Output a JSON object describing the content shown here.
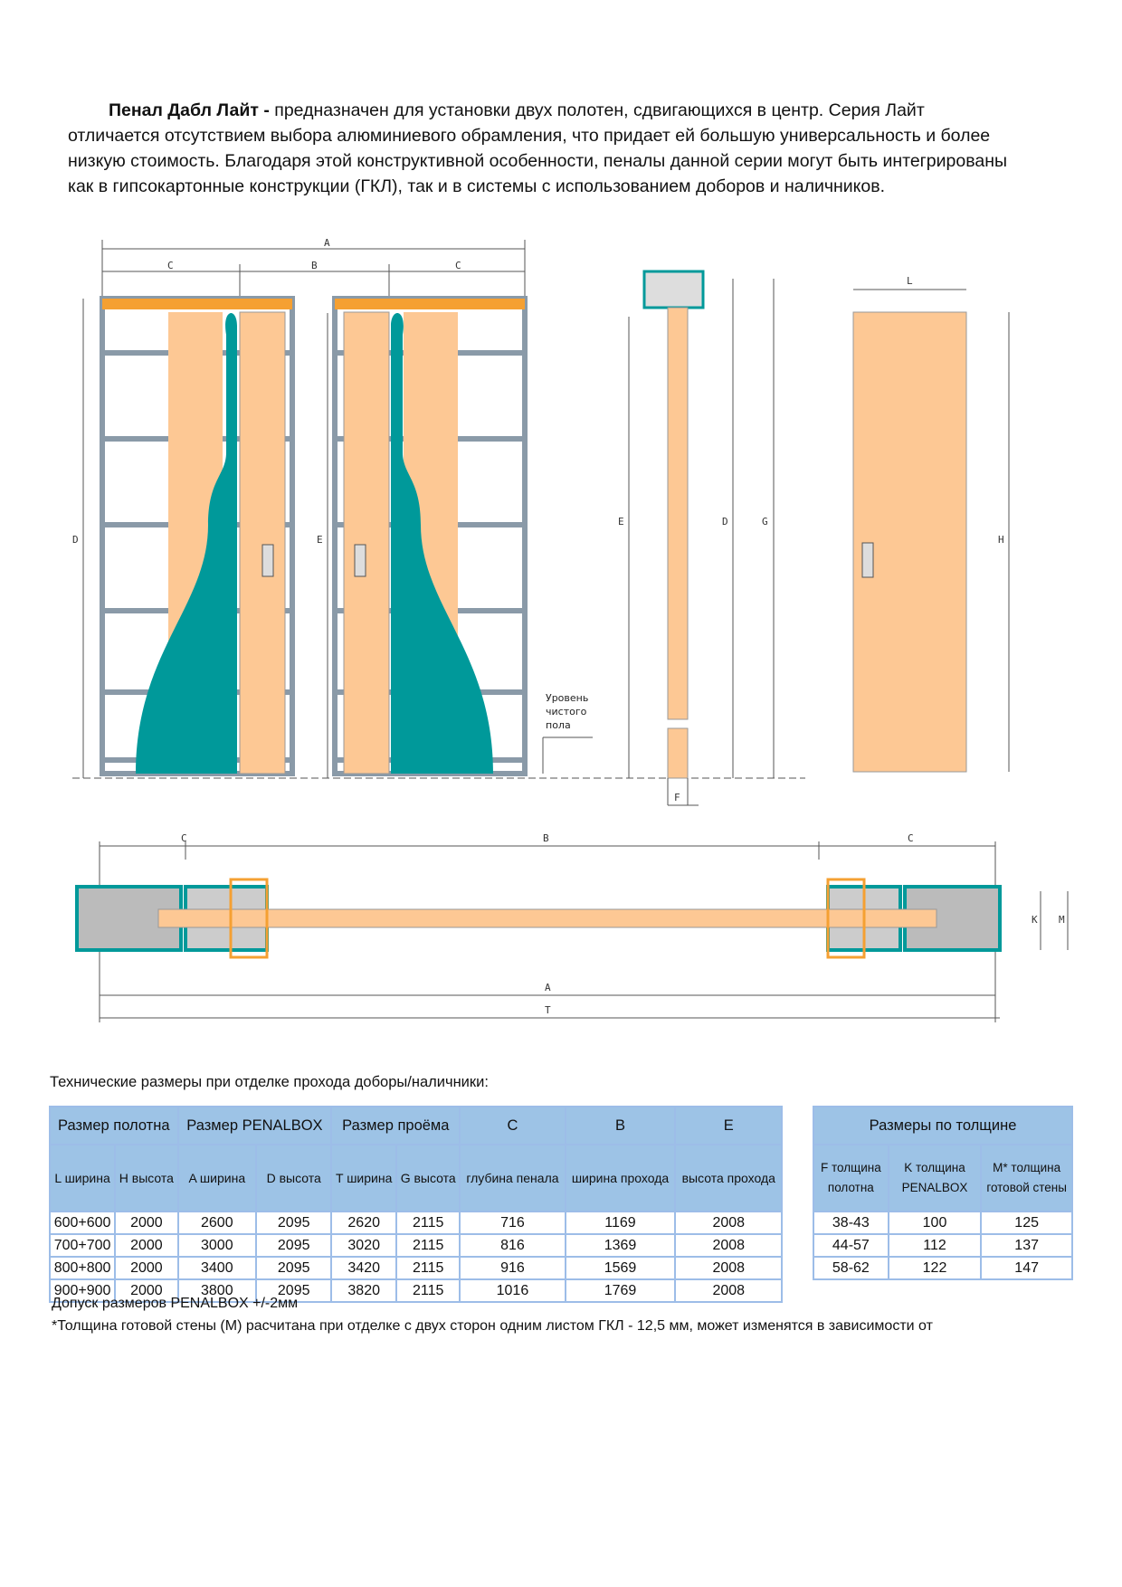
{
  "intro": {
    "title": "Пенал Дабл Лайт - ",
    "text": " предназначен для установки двух полотен, сдвигающихся в центр. Серия Лайт отличается отсутствием выбора алюминиевого обрамления, что придает ей большую универсальность и более низкую стоимость. Благодаря этой конструктивной особенности, пеналы данной серии могут быть интегрированы как в гипсокартонные конструкции (ГКЛ), так и в системы с использованием доборов и наличников."
  },
  "drawing": {
    "labels": {
      "A": "A",
      "B": "B",
      "C": "C",
      "D": "D",
      "E": "E",
      "F": "F",
      "G": "G",
      "H": "H",
      "L": "L",
      "K": "K",
      "M": "M",
      "T": "T"
    },
    "floor_level": [
      "Уровень",
      "чистого",
      "пола"
    ],
    "colors": {
      "door": "#fdc894",
      "teal": "#00999a",
      "frame": "#8a9aa8",
      "orange": "#f5a032"
    }
  },
  "table_title": "Технические размеры при отделке прохода доборы/наличники:",
  "table1": {
    "groups": [
      "Размер полотна",
      "Размер PENALBOX",
      "Размер проёма",
      "C",
      "B",
      "E"
    ],
    "headers": [
      "L ширина",
      "H высота",
      "A ширина",
      "D высота",
      "T ширина",
      "G высота",
      "глубина пенала",
      "ширина прохода",
      "высота прохода"
    ],
    "rows": [
      [
        "600+600",
        "2000",
        "2600",
        "2095",
        "2620",
        "2115",
        "716",
        "1169",
        "2008"
      ],
      [
        "700+700",
        "2000",
        "3000",
        "2095",
        "3020",
        "2115",
        "816",
        "1369",
        "2008"
      ],
      [
        "800+800",
        "2000",
        "3400",
        "2095",
        "3420",
        "2115",
        "916",
        "1569",
        "2008"
      ],
      [
        "900+900",
        "2000",
        "3800",
        "2095",
        "3820",
        "2115",
        "1016",
        "1769",
        "2008"
      ]
    ]
  },
  "table2": {
    "title": "Размеры по толщине",
    "headers": [
      "F толщина полотна",
      "K толщина PENALBOX",
      "M* толщина готовой стены"
    ],
    "rows": [
      [
        "38-43",
        "100",
        "125"
      ],
      [
        "44-57",
        "112",
        "137"
      ],
      [
        "58-62",
        "122",
        "147"
      ]
    ]
  },
  "notes": [
    "Допуск размеров PENALBOX +/-2мм",
    "*Толщина готовой стены (М) расчитана при отделке с двух сторон одним листом ГКЛ - 12,5 мм, может изменятся в зависимости от"
  ]
}
